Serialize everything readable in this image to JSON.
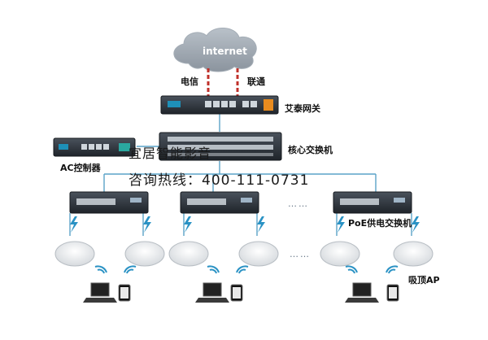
{
  "cloud": {
    "label": "internet"
  },
  "isp": {
    "left": "电信",
    "right": "联通"
  },
  "devices": {
    "gateway": "艾泰网关",
    "core_switch": "核心交换机",
    "ac_controller": "AC控制器",
    "poe_switch": "PoE供电交换机",
    "ceiling_ap": "吸顶AP"
  },
  "watermark": {
    "line1": "宜居智能影音",
    "line2": "咨询热线：400-111-0731"
  },
  "ellipsis": "……",
  "colors": {
    "link": "#5aa3c8",
    "isp_link": "#c0302a",
    "device": "#2a2f36",
    "accent": "#1e90b8"
  }
}
